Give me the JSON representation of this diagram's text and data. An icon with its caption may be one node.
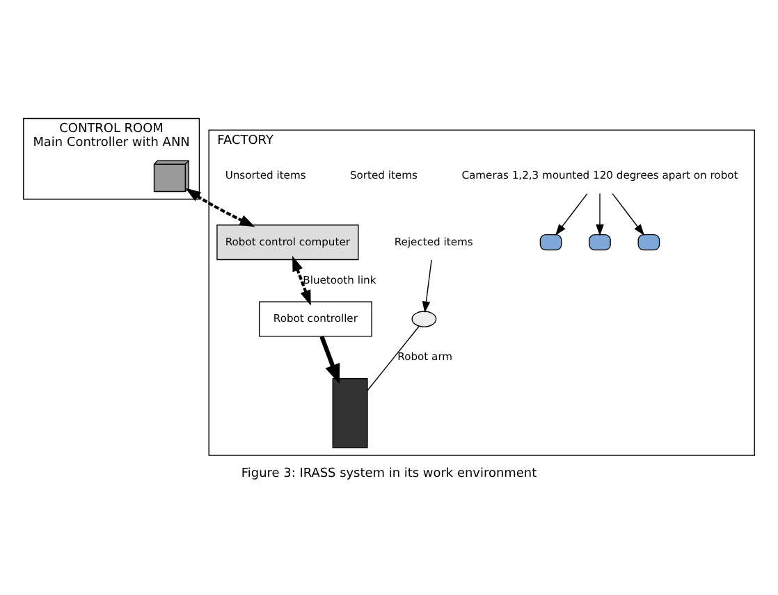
{
  "diagram": {
    "caption": "Figure 3: IRASS system in its work environment",
    "nodes": [
      {
        "text": [
          "CONTROL ROOM",
          "Main Controller with ANN"
        ]
      },
      {
        "text": [],
        "shape": "computer",
        "in": 0
      },
      {
        "text": [
          "FACTORY"
        ]
      },
      {
        "text": [
          "Cameras 1,2,3 mounted 120 degrees apart on robot"
        ],
        "in": 2
      },
      {
        "text": [],
        "shape": "camera",
        "in": 2
      },
      {
        "text": [],
        "shape": "camera",
        "in": 2
      },
      {
        "text": [],
        "shape": "camera",
        "in": 2
      },
      {
        "text": [],
        "shape": "ellipse",
        "in": 2
      },
      {
        "text": [],
        "shape": "box",
        "in": 2
      },
      {
        "text": [
          "Rejected items"
        ],
        "in": 2
      },
      {
        "text": [
          "Robot control computer"
        ],
        "in": 2
      },
      {
        "text": [
          "Robot controller"
        ],
        "in": 2
      }
    ],
    "edges": [
      {
        "from": 3,
        "to": 5,
        "arrow": "to"
      },
      {
        "from": 3,
        "to": 6,
        "arrow": "to"
      },
      {
        "from": 3,
        "to": 4,
        "arrow": "to"
      },
      {
        "from": 7,
        "to": 8,
        "arrow": "none",
        "label": "Robot arm"
      },
      {
        "from": 9,
        "to": 7,
        "arrow": "to"
      },
      {
        "from": 1,
        "to": 10,
        "arrow": "both",
        "style": "dashed"
      },
      {
        "from": 10,
        "to": 11,
        "arrow": "both",
        "style": "dashed",
        "label": "Bluetooth link"
      },
      {
        "from": 11,
        "to": 8,
        "arrow": "to",
        "style": "thick"
      }
    ],
    "labels": [
      "Sorted items",
      "Unsorted items"
    ]
  }
}
